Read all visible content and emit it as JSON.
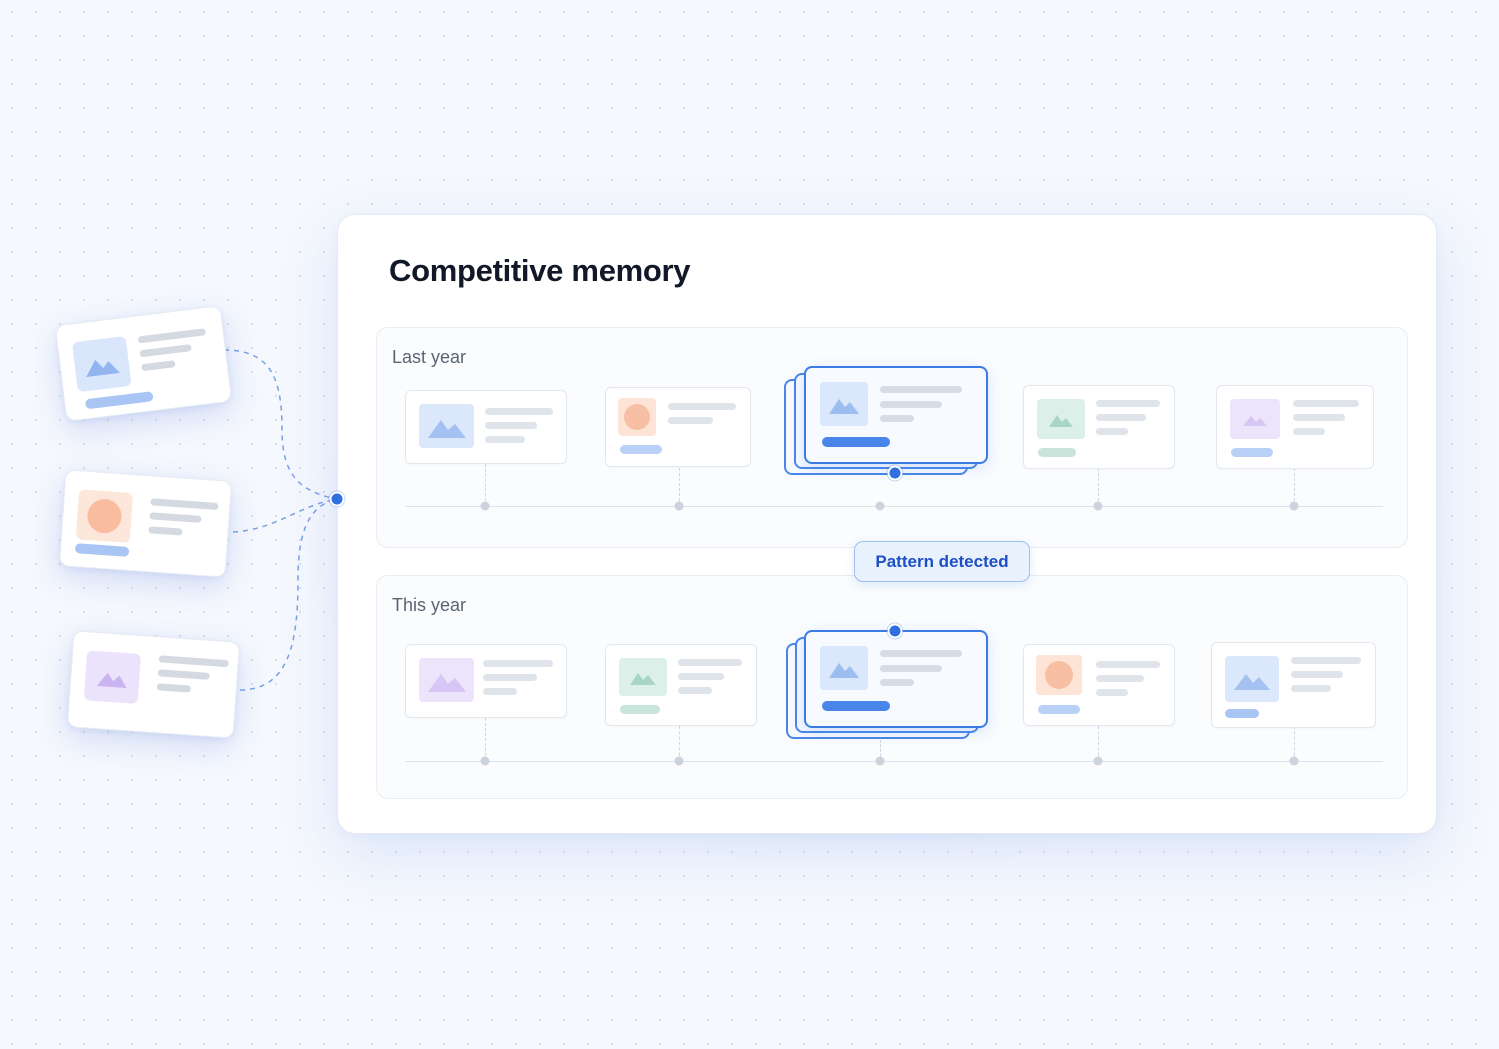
{
  "panel": {
    "title": "Competitive memory",
    "sections": {
      "last_year": {
        "label": "Last year"
      },
      "this_year": {
        "label": "This year"
      }
    },
    "pattern_badge": "Pattern detected"
  },
  "icons": {
    "image": "image-icon",
    "circle": "circle-avatar-icon"
  },
  "colors": {
    "accent": "#3b7be6",
    "badge_text": "#1d4fc4",
    "badge_bg": "#e9f1fd",
    "thumb_blue": "#dbe7fb",
    "thumb_peach": "#fde4d6",
    "thumb_green": "#dcefe9",
    "thumb_purple": "#ece4fb",
    "title_text": "#111827",
    "label_text": "#5b6473"
  }
}
